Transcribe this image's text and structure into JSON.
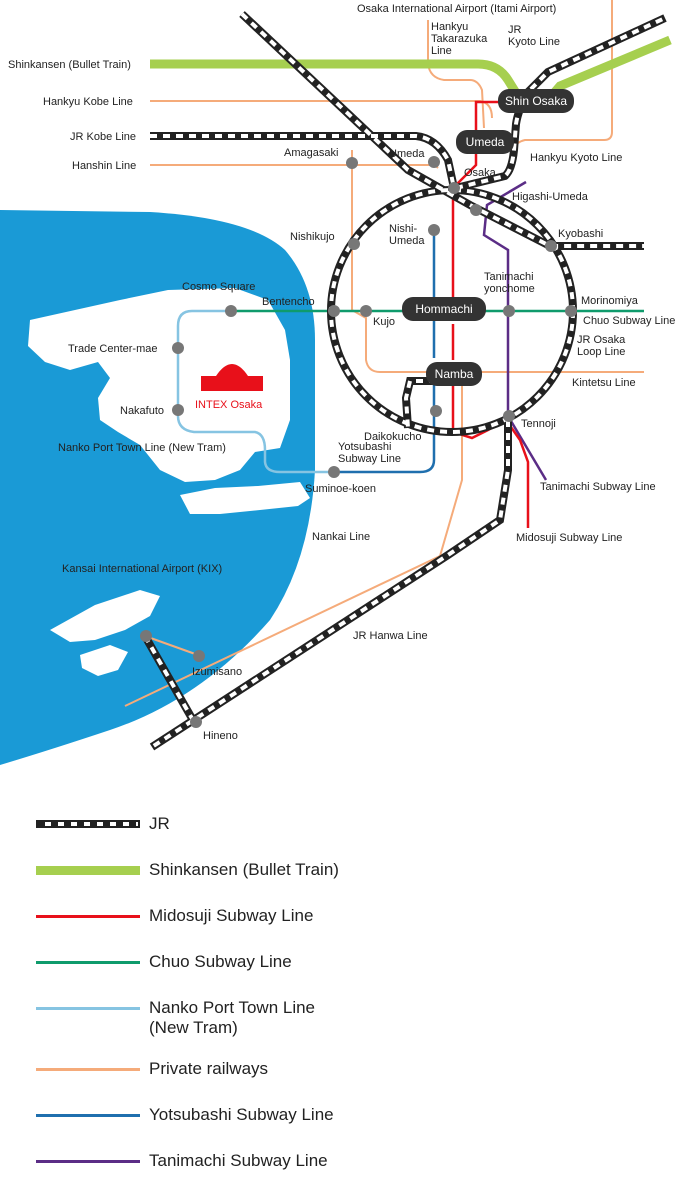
{
  "colors": {
    "sea": "#1a9ad6",
    "land": "#ffffff",
    "jr": "#222222",
    "shinkansen": "#a6cf4f",
    "midosuji": "#e8101a",
    "chuo": "#0f9b6c",
    "nanko": "#86c4e2",
    "private": "#f5ab7a",
    "yotsubashi": "#1f6fae",
    "tanimachi": "#5b2d86",
    "station": "#777777",
    "pill": "#333333",
    "venue": "#e8101a"
  },
  "lines": {
    "shinkansen": "Shinkansen (Bullet Train)",
    "hankyu_kobe": "Hankyu Kobe Line",
    "jr_kobe": "JR Kobe Line",
    "hanshin": "Hanshin Line",
    "itami": "Osaka International Airport (Itami Airport)",
    "hankyu_takarazuka": "Hankyu\nTakarazuka\nLine",
    "jr_kyoto": "JR\nKyoto Line",
    "hankyu_kyoto": "Hankyu Kyoto Line",
    "chuo_subway": "Chuo Subway Line",
    "jr_loop": "JR Osaka\nLoop Line",
    "kintetsu": "Kintetsu Line",
    "nanko": "Nanko Port Town Line (New Tram)",
    "yotsubashi": "Yotsubashi\nSubway Line",
    "tanimachi": "Tanimachi Subway Line",
    "midosuji": "Midosuji Subway Line",
    "nankai": "Nankai Line",
    "jr_hanwa": "JR Hanwa Line",
    "kix": "Kansai International Airport (KIX)"
  },
  "stations": {
    "shin_osaka": "Shin Osaka",
    "umeda_pill": "Umeda",
    "umeda": "Umeda",
    "amagasaki": "Amagasaki",
    "osaka": "Osaka",
    "higashi_umeda": "Higashi-Umeda",
    "nishikujo": "Nishikujo",
    "nishi_umeda": "Nishi-\nUmeda",
    "kyobashi": "Kyobashi",
    "cosmo_square": "Cosmo Square",
    "bentencho": "Bentencho",
    "tanimachi_yonchome": "Tanimachi\nyonchome",
    "hommachi": "Hommachi",
    "morinomiya": "Morinomiya",
    "kujo": "Kujo",
    "trade_center": "Trade Center-mae",
    "namba": "Namba",
    "nakafuto": "Nakafuto",
    "intex": "INTEX Osaka",
    "daikokucho": "Daikokucho",
    "tennoji": "Tennoji",
    "suminoe_koen": "Suminoe-koen",
    "izumisano": "Izumisano",
    "hineno": "Hineno"
  },
  "legend": [
    {
      "key": "jr",
      "label": "JR"
    },
    {
      "key": "shinkansen",
      "label": "Shinkansen (Bullet Train)"
    },
    {
      "key": "midosuji",
      "label": "Midosuji Subway Line"
    },
    {
      "key": "chuo",
      "label": "Chuo Subway Line"
    },
    {
      "key": "nanko",
      "label": "Nanko Port Town Line\n (New Tram)"
    },
    {
      "key": "private",
      "label": "Private railways"
    },
    {
      "key": "yotsubashi",
      "label": "Yotsubashi Subway Line"
    },
    {
      "key": "tanimachi",
      "label": "Tanimachi Subway Line"
    }
  ]
}
